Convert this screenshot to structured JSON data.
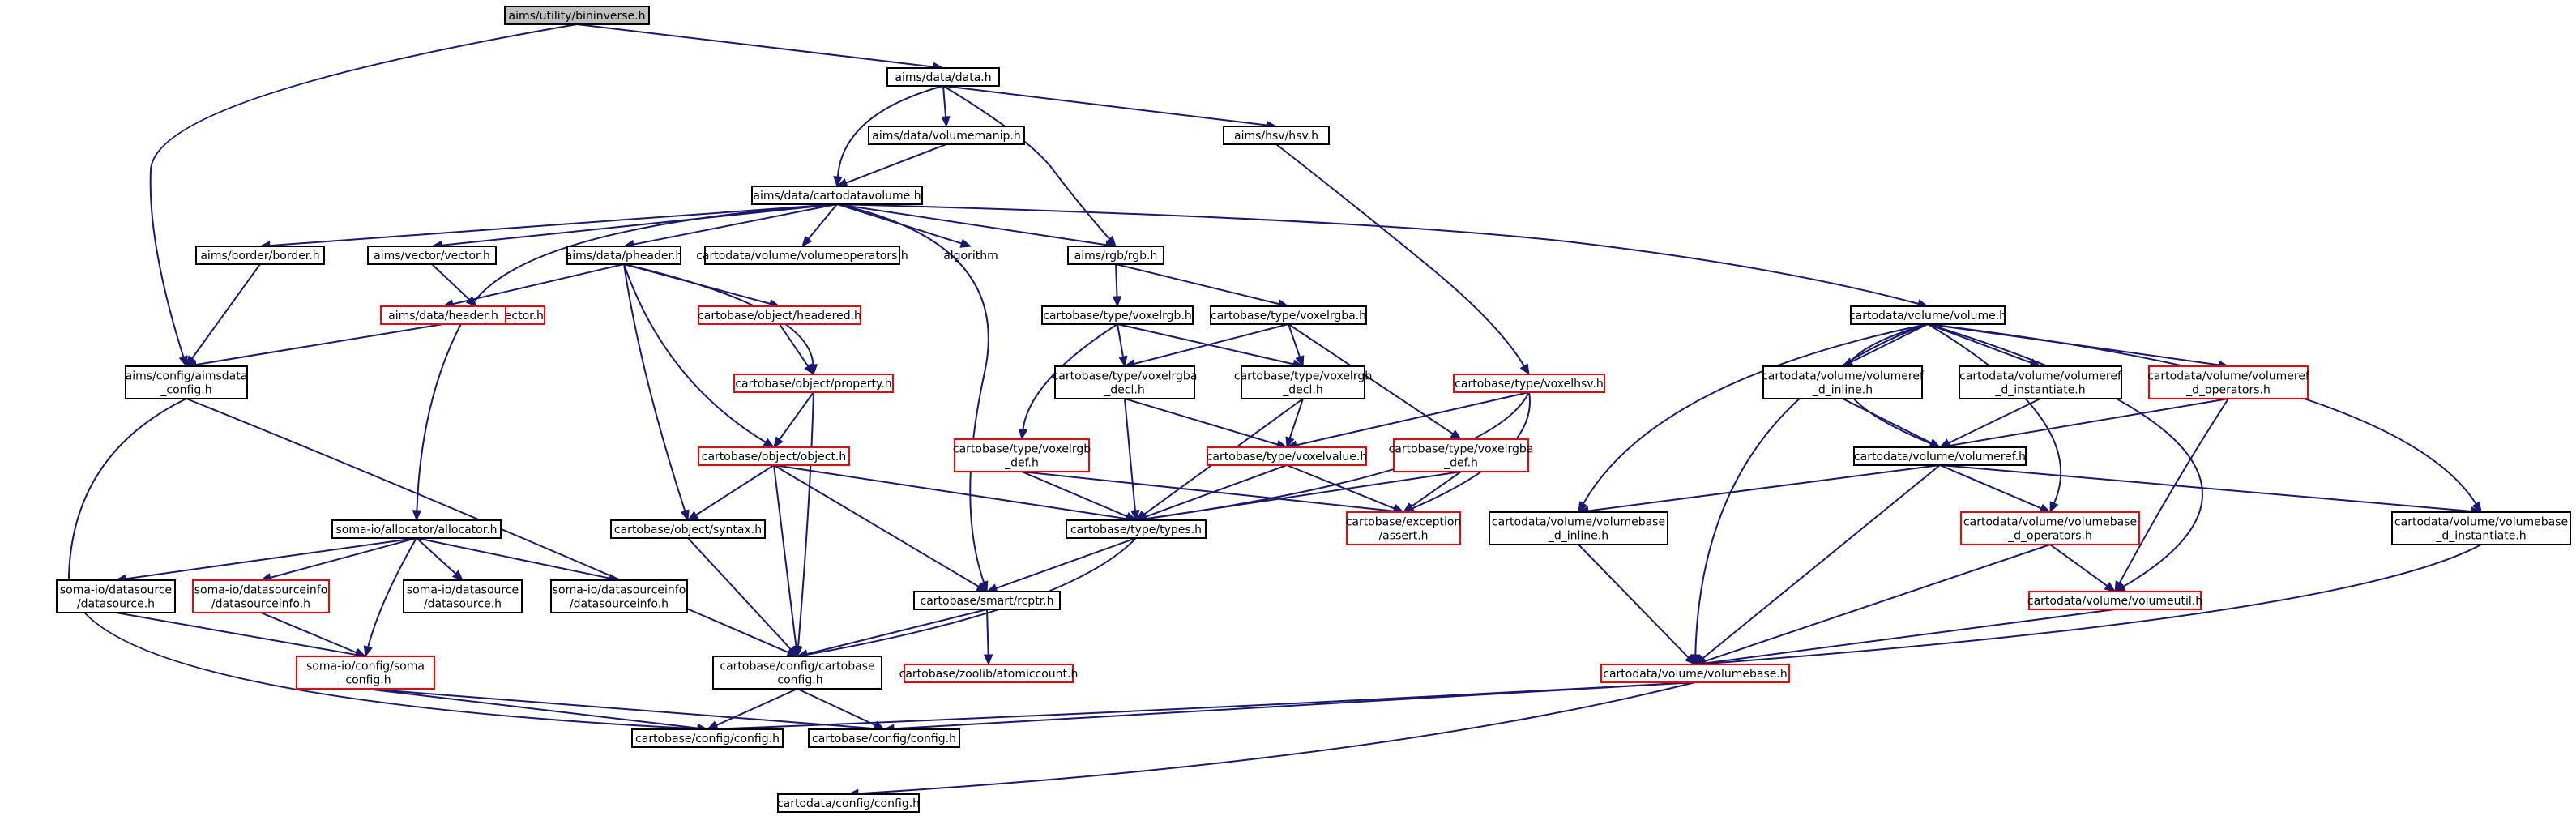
{
  "colors": {
    "edge": "#191970",
    "normal_border": "#000000",
    "incomplete_border": "#ff0000",
    "root_fill": "#bfbfbf"
  },
  "nodes": {
    "n_root": {
      "lines": [
        "aims/utility/bininverse.h"
      ],
      "style": "root"
    },
    "n_data": {
      "lines": [
        "aims/data/data.h"
      ],
      "style": "black"
    },
    "n_volumemanip": {
      "lines": [
        "aims/data/volumemanip.h"
      ],
      "style": "black"
    },
    "n_hsv": {
      "lines": [
        "aims/hsv/hsv.h"
      ],
      "style": "black"
    },
    "n_cartodatavolume": {
      "lines": [
        "aims/data/cartodatavolume.h"
      ],
      "style": "black"
    },
    "n_border": {
      "lines": [
        "aims/border/border.h"
      ],
      "style": "black"
    },
    "n_vector": {
      "lines": [
        "aims/vector/vector.h"
      ],
      "style": "black"
    },
    "n_pheader": {
      "lines": [
        "aims/data/pheader.h"
      ],
      "style": "black"
    },
    "n_volumeoperators": {
      "lines": [
        "cartodata/volume/volumeoperators.h"
      ],
      "style": "black"
    },
    "n_algorithm": {
      "lines": [
        "algorithm"
      ],
      "style": "plain"
    },
    "n_rgb": {
      "lines": [
        "aims/rgb/rgb.h"
      ],
      "style": "black"
    },
    "n_volume": {
      "lines": [
        "cartodata/volume/volume.h"
      ],
      "style": "black"
    },
    "n_somaiovector": {
      "lines": [
        "soma-io/vector/vector.h"
      ],
      "style": "red"
    },
    "n_header": {
      "lines": [
        "aims/data/header.h"
      ],
      "style": "red"
    },
    "n_headered": {
      "lines": [
        "cartobase/object/headered.h"
      ],
      "style": "red"
    },
    "n_voxelrgb": {
      "lines": [
        "cartobase/type/voxelrgb.h"
      ],
      "style": "black"
    },
    "n_voxelrgba": {
      "lines": [
        "cartobase/type/voxelrgba.h"
      ],
      "style": "black"
    },
    "n_aimsdata_config": {
      "lines": [
        "aims/config/aimsdata",
        "_config.h"
      ],
      "style": "black"
    },
    "n_property": {
      "lines": [
        "cartobase/object/property.h"
      ],
      "style": "red"
    },
    "n_voxelrgba_decl": {
      "lines": [
        "cartobase/type/voxelrgba",
        "_decl.h"
      ],
      "style": "black"
    },
    "n_voxelrgb_decl": {
      "lines": [
        "cartobase/type/voxelrgb",
        "_decl.h"
      ],
      "style": "black"
    },
    "n_voxelhsv": {
      "lines": [
        "cartobase/type/voxelhsv.h"
      ],
      "style": "red"
    },
    "n_volumeref_inline": {
      "lines": [
        "cartodata/volume/volumeref",
        "_d_inline.h"
      ],
      "style": "black"
    },
    "n_volumeref_instantiate": {
      "lines": [
        "cartodata/volume/volumeref",
        "_d_instantiate.h"
      ],
      "style": "black"
    },
    "n_volumeref_operators": {
      "lines": [
        "cartodata/volume/volumeref",
        "_d_operators.h"
      ],
      "style": "red"
    },
    "n_object": {
      "lines": [
        "cartobase/object/object.h"
      ],
      "style": "red"
    },
    "n_voxelrgb_def": {
      "lines": [
        "cartobase/type/voxelrgb",
        "_def.h"
      ],
      "style": "red"
    },
    "n_voxelvalue": {
      "lines": [
        "cartobase/type/voxelvalue.h"
      ],
      "style": "red"
    },
    "n_voxelrgba_def": {
      "lines": [
        "cartobase/type/voxelrgba",
        "_def.h"
      ],
      "style": "red"
    },
    "n_volumeref": {
      "lines": [
        "cartodata/volume/volumeref.h"
      ],
      "style": "black"
    },
    "n_allocator": {
      "lines": [
        "soma-io/allocator/allocator.h"
      ],
      "style": "black"
    },
    "n_syntax": {
      "lines": [
        "cartobase/object/syntax.h"
      ],
      "style": "black"
    },
    "n_types": {
      "lines": [
        "cartobase/type/types.h"
      ],
      "style": "black"
    },
    "n_assert": {
      "lines": [
        "cartobase/exception",
        "/assert.h"
      ],
      "style": "red"
    },
    "n_volumebase_inline": {
      "lines": [
        "cartodata/volume/volumebase",
        "_d_inline.h"
      ],
      "style": "black"
    },
    "n_volumebase_operators": {
      "lines": [
        "cartodata/volume/volumebase",
        "_d_operators.h"
      ],
      "style": "red"
    },
    "n_volumebase_instantiate": {
      "lines": [
        "cartodata/volume/volumebase",
        "_d_instantiate.h"
      ],
      "style": "black"
    },
    "n_datasource_a": {
      "lines": [
        "soma-io/datasource",
        "/datasource.h"
      ],
      "style": "black"
    },
    "n_datasourceinfo_a": {
      "lines": [
        "soma-io/datasourceinfo",
        "/datasourceinfo.h"
      ],
      "style": "red"
    },
    "n_datasource_b": {
      "lines": [
        "soma-io/datasource",
        "/datasource.h"
      ],
      "style": "black"
    },
    "n_datasourceinfo_b": {
      "lines": [
        "soma-io/datasourceinfo",
        "/datasourceinfo.h"
      ],
      "style": "black"
    },
    "n_rcptr": {
      "lines": [
        "cartobase/smart/rcptr.h"
      ],
      "style": "black"
    },
    "n_volumeutil": {
      "lines": [
        "cartodata/volume/volumeutil.h"
      ],
      "style": "red"
    },
    "n_soma_config": {
      "lines": [
        "soma-io/config/soma",
        "_config.h"
      ],
      "style": "red"
    },
    "n_atomiccount": {
      "lines": [
        "cartobase/zoolib/atomiccount.h"
      ],
      "style": "red"
    },
    "n_cartobase_config": {
      "lines": [
        "cartobase/config/cartobase",
        "_config.h"
      ],
      "style": "black"
    },
    "n_volumebase": {
      "lines": [
        "cartodata/volume/volumebase.h"
      ],
      "style": "red"
    },
    "n_config_a": {
      "lines": [
        "cartobase/config/config.h"
      ],
      "style": "black"
    },
    "n_config_b": {
      "lines": [
        "cartobase/config/config.h"
      ],
      "style": "black"
    },
    "n_cartodata_config": {
      "lines": [
        "cartodata/config/config.h"
      ],
      "style": "black"
    }
  }
}
